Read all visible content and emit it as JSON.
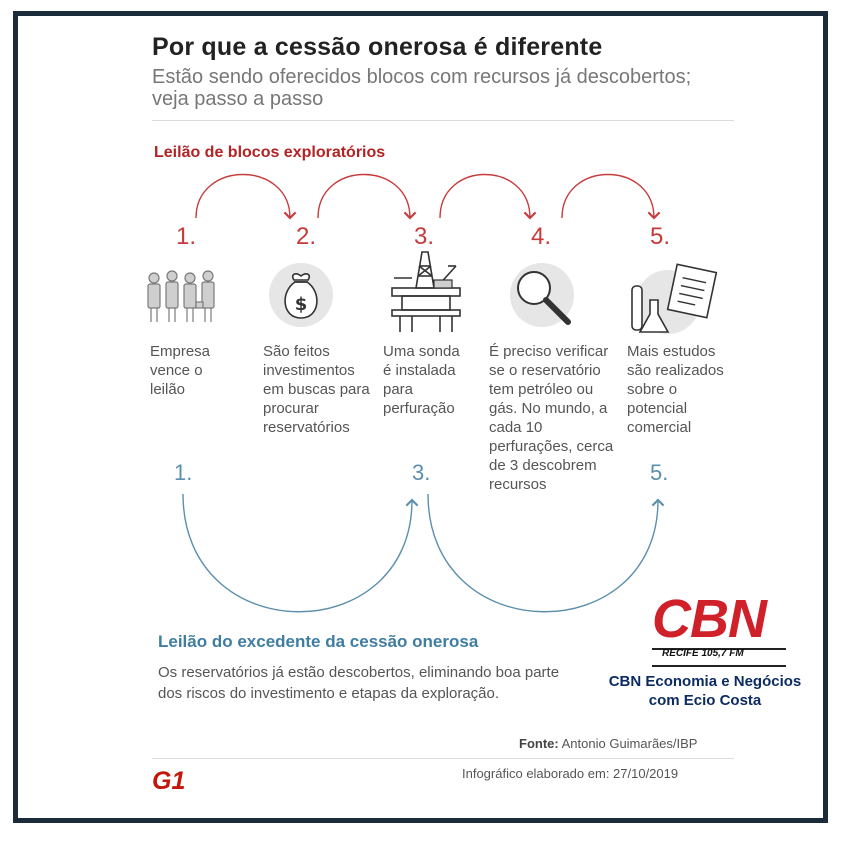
{
  "header": {
    "title": "Por que a cessão onerosa é diferente",
    "subtitle": "Estão sendo oferecidos blocos com recursos já descobertos; veja passo a passo"
  },
  "exploratory": {
    "heading": "Leilão de blocos exploratórios",
    "steps": [
      {
        "num": "1.",
        "text": "Empresa vence o leilão",
        "icon": "business-people-icon"
      },
      {
        "num": "2.",
        "text": "São feitos investimentos em buscas para procurar reservatórios",
        "icon": "money-bag-icon"
      },
      {
        "num": "3.",
        "text": "Uma sonda é instalada para perfuração",
        "icon": "oil-rig-icon"
      },
      {
        "num": "4.",
        "text": "É preciso verificar se o reservatório tem petróleo ou gás. No mundo, a cada 10 perfurações, cerca de 3 descobrem recursos",
        "icon": "magnifier-icon"
      },
      {
        "num": "5.",
        "text": "Mais estudos são realizados sobre o potencial comercial",
        "icon": "lab-clipboard-icon"
      }
    ]
  },
  "surplus": {
    "heading": "Leilão do excedente da cessão onerosa",
    "steps": [
      "1.",
      "3.",
      "5."
    ],
    "description": "Os reservatórios já estão descobertos, eliminando boa parte dos riscos do investimento e etapas da exploração."
  },
  "footer": {
    "source_label": "Fonte:",
    "source_value": "Antonio Guimarães/IBP",
    "created": "Infográfico elaborado em: 27/10/2019",
    "logo": "G1"
  },
  "cbn": {
    "logo": "CBN",
    "station": "RECIFE  105,7 FM",
    "show_line1": "CBN Economia e Negócios",
    "show_line2": "com Ecio Costa"
  },
  "colors": {
    "red": "#c63a3a",
    "blue": "#5b8fab",
    "cbn_red": "#d0202a",
    "cbn_blue": "#0d2b63"
  }
}
